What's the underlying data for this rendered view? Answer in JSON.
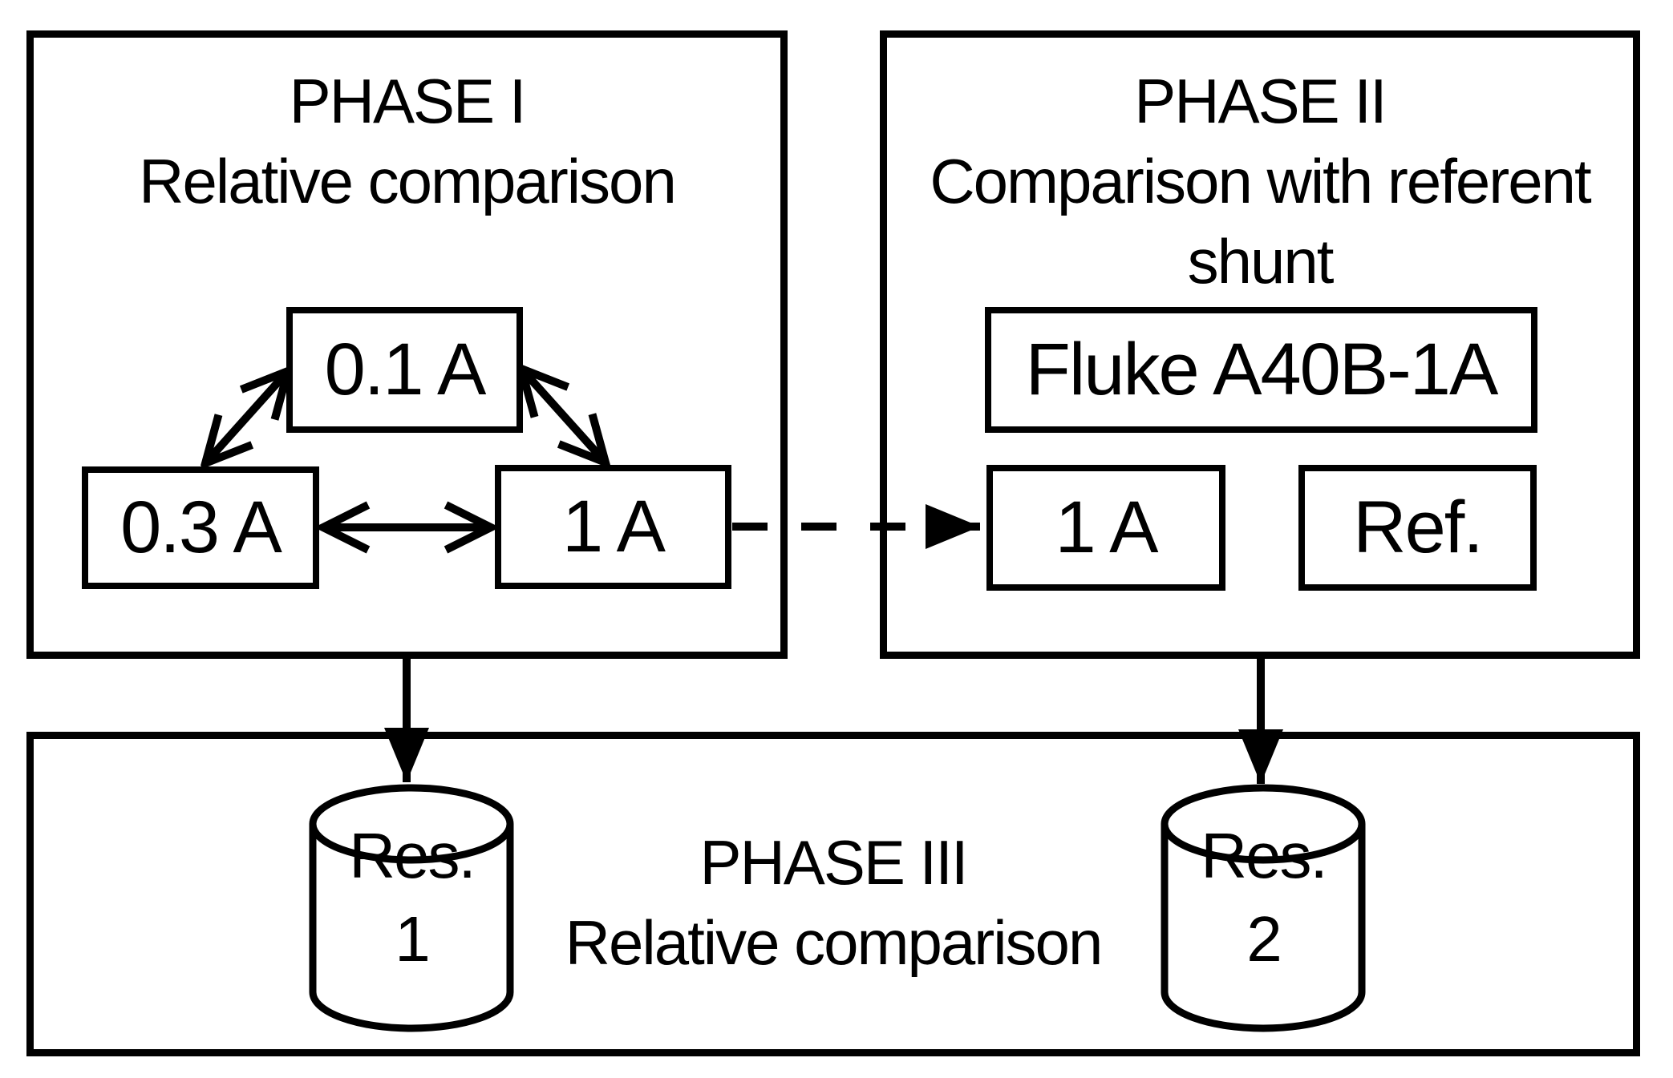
{
  "diagram": {
    "phase1": {
      "title_line1": "PHASE I",
      "title_line2": "Relative comparison",
      "node_01a": "0.1 A",
      "node_03a": "0.3 A",
      "node_1a": "1 A"
    },
    "phase2": {
      "title_line1": "PHASE II",
      "title_line2": "Comparison with referent",
      "title_line3": "shunt",
      "node_fluke": "Fluke A40B-1A",
      "node_1a": "1 A",
      "node_ref": "Ref."
    },
    "phase3": {
      "title_line1": "PHASE III",
      "title_line2": "Relative comparison",
      "res1_line1": "Res.",
      "res1_line2": "1",
      "res2_line1": "Res.",
      "res2_line2": "2"
    },
    "colors": {
      "stroke": "#000000",
      "background": "#ffffff"
    }
  }
}
